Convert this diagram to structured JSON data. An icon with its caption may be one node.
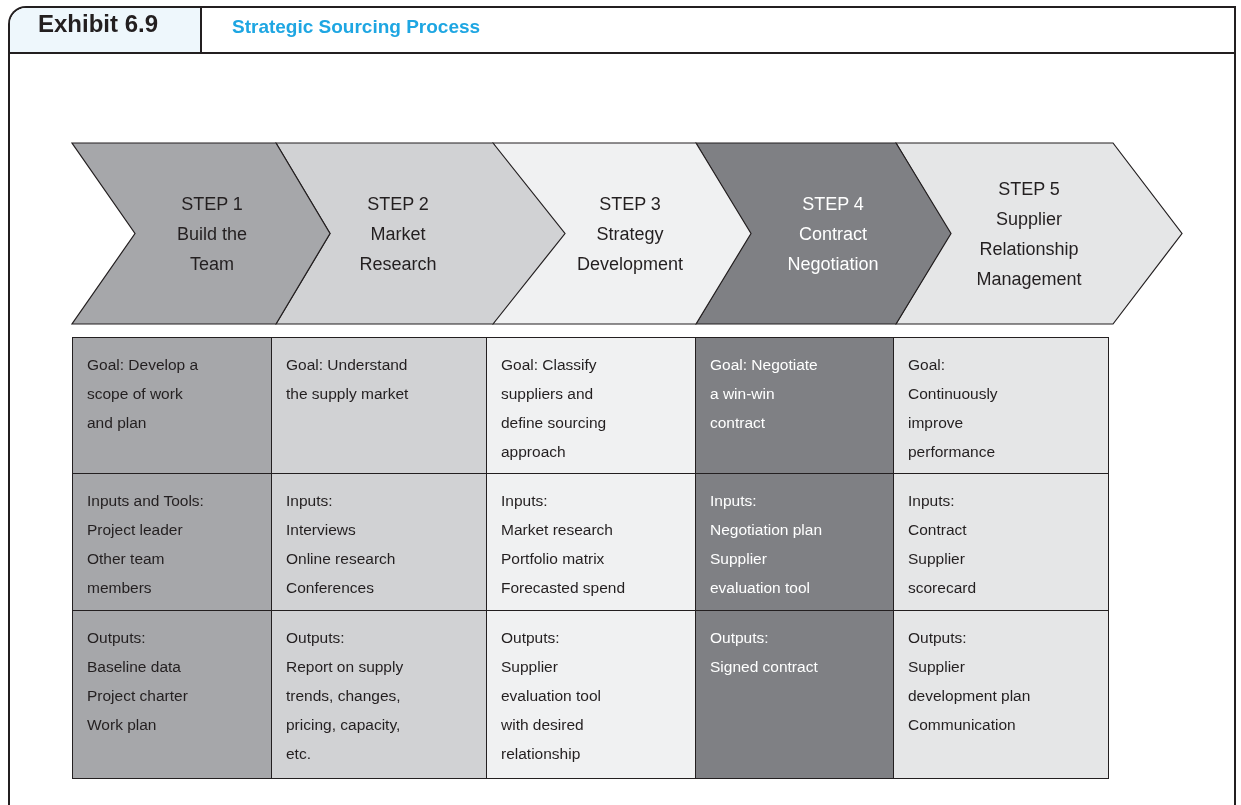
{
  "diagram": {
    "title": "Strategic Sourcing Process",
    "nodes": [
      {
        "text": [
          "STEP 1",
          "Build the Team"
        ]
      },
      {
        "text": [
          "STEP 2",
          "Market Research"
        ]
      },
      {
        "text": [
          "STEP 3",
          "Strategy Development"
        ]
      },
      {
        "text": [
          "STEP 4",
          "Contract Negotiation"
        ]
      },
      {
        "text": [
          "STEP 5",
          "Supplier Relationship Management"
        ]
      },
      {
        "text": [
          "Goal: Develop a scope of work and plan"
        ]
      },
      {
        "text": [
          "Goal: Understand the supply market"
        ]
      },
      {
        "text": [
          "Goal: Classify suppliers and define sourcing approach"
        ]
      },
      {
        "text": [
          "Goal: Negotiate a win-win contract"
        ]
      },
      {
        "text": [
          "Goal: Continuously improve performance"
        ]
      },
      {
        "text": [
          "Inputs and Tools:",
          "Project leader",
          "Other team members"
        ]
      },
      {
        "text": [
          "Inputs:",
          "Interviews",
          "Online research",
          "Conferences"
        ]
      },
      {
        "text": [
          "Inputs:",
          "Market research",
          "Portfolio matrix",
          "Forecasted spend"
        ]
      },
      {
        "text": [
          "Inputs:",
          "Negotiation plan",
          "Supplier evaluation tool"
        ]
      },
      {
        "text": [
          "Inputs:",
          "Contract",
          "Supplier scorecard"
        ]
      },
      {
        "text": [
          "Outputs:",
          "Baseline data",
          "Project charter",
          "Work plan"
        ]
      },
      {
        "text": [
          "Outputs:",
          "Report on supply trends, changes, pricing, capacity, etc."
        ]
      },
      {
        "text": [
          "Outputs:",
          "Supplier evaluation tool with desired relationship"
        ]
      },
      {
        "text": [
          "Outputs:",
          "Signed contract"
        ]
      },
      {
        "text": [
          "Outputs:",
          "Supplier development plan",
          "Communication"
        ]
      }
    ],
    "edges": [],
    "labels": [
      "Exhibit 6.9"
    ]
  }
}
